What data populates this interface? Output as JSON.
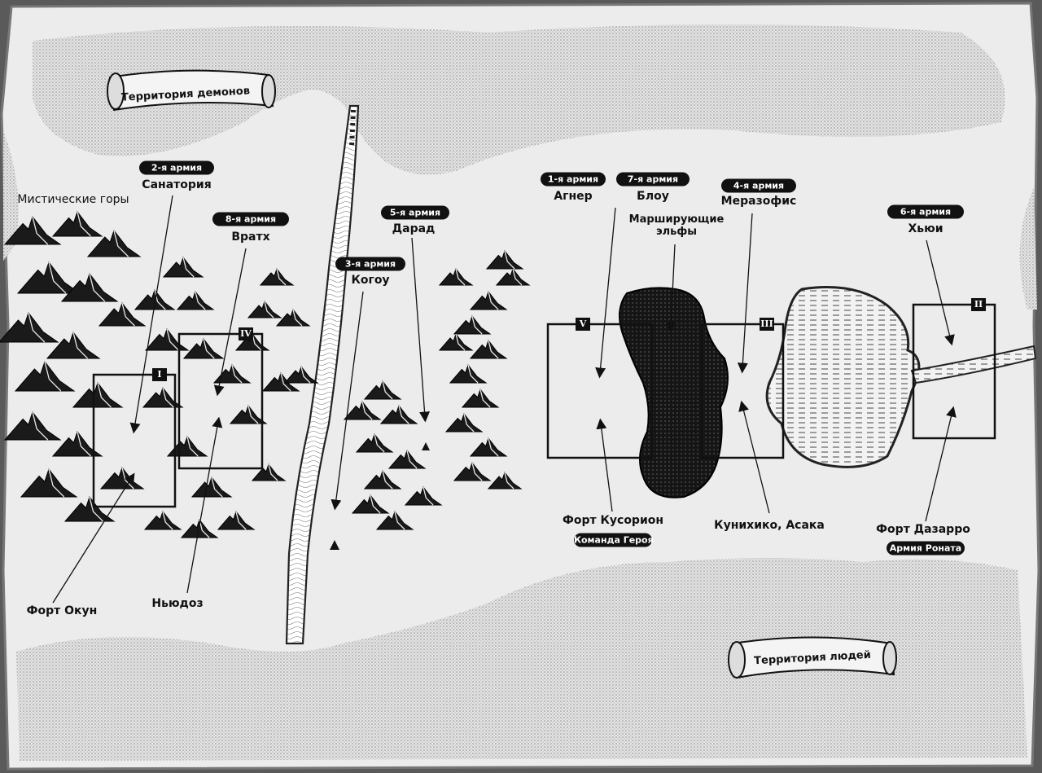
{
  "map": {
    "territories": {
      "demons": "Территория демонов",
      "humans": "Территория людей"
    },
    "region_label": "Мистические горы",
    "armies": [
      {
        "badge": "2-я армия",
        "name": "Санатория"
      },
      {
        "badge": "8-я армия",
        "name": "Вратх"
      },
      {
        "badge": "5-я армия",
        "name": "Дарад"
      },
      {
        "badge": "3-я армия",
        "name": "Когоу"
      },
      {
        "badge": "1-я армия",
        "name": "Агнер"
      },
      {
        "badge": "7-я армия",
        "name": "Блоу"
      },
      {
        "badge": "4-я армия",
        "name": "Меразофис"
      },
      {
        "badge": "6-я армия",
        "name": "Хьюи"
      }
    ],
    "marching_elves": "Марширующие\nэльфы",
    "places": {
      "fort_okun": "Форт Окун",
      "nyudoz": "Ньюдоз",
      "fort_kusorion": "Форт Кусорион",
      "kunihiko": "Кунихико, Асака",
      "fort_dazarro": "Форт Дазарро"
    },
    "defender_badges": {
      "hero_team": "Команда Героя",
      "ronant_army": "Армия Роната"
    },
    "battlefields": [
      "I",
      "IV",
      "V",
      "III",
      "II"
    ],
    "colors": {
      "ink": "#111111",
      "paper": "#ececec",
      "shade": "#cfcfcf"
    }
  }
}
